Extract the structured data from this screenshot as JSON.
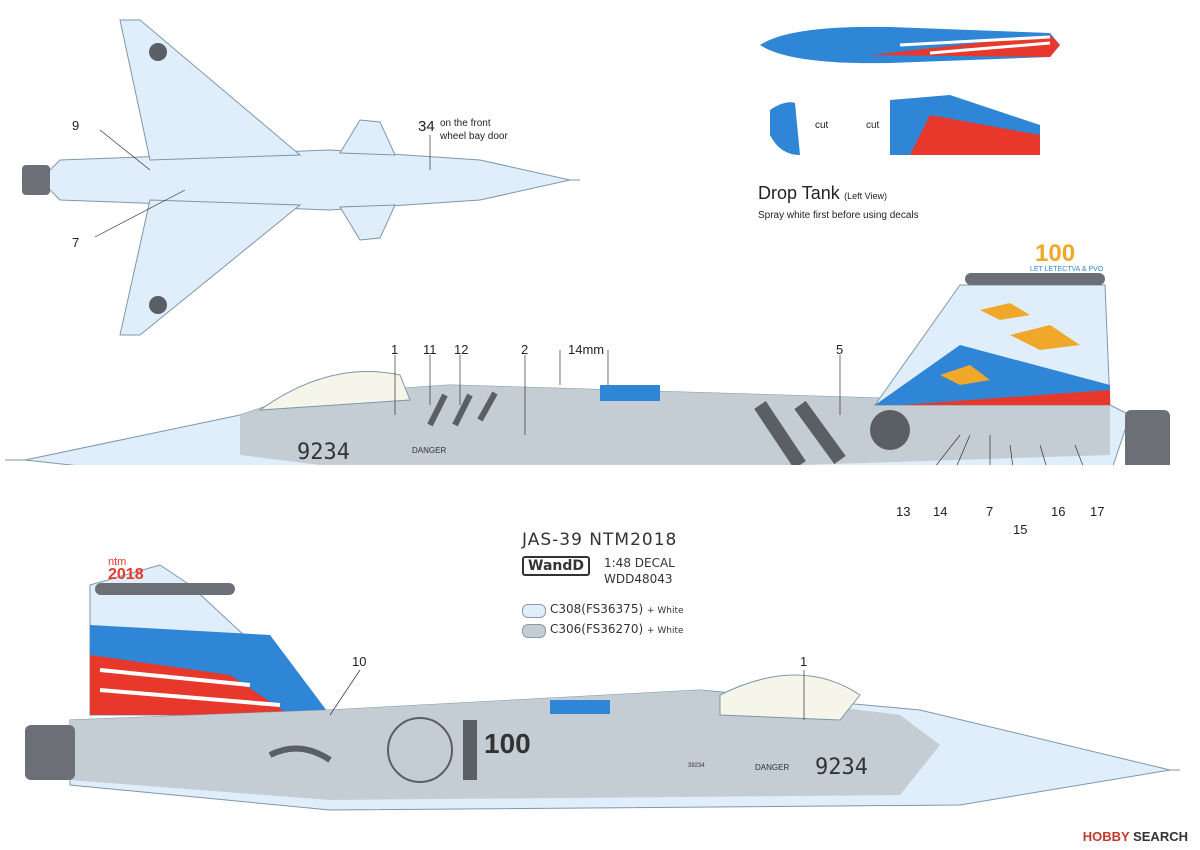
{
  "labels": {
    "top_nine": "9",
    "top_seven": "7",
    "top_34_number": "34",
    "top_34_note_line1": "on the front",
    "top_34_note_line2": "wheel bay door",
    "side_left_callouts": [
      "1",
      "11",
      "12",
      "2"
    ],
    "side_14mm": "14mm",
    "side_five": "5",
    "bottom_callouts": [
      "13",
      "14",
      "7",
      "15",
      "16",
      "17"
    ],
    "lower_ten": "10",
    "lower_one": "1",
    "serial": "9234",
    "danger": "DANGER",
    "small_serial": "39234"
  },
  "drop_tank": {
    "title": "Drop Tank",
    "subtitle": "(Left View)",
    "note": "Spray white first before using decals",
    "cut_label": "cut"
  },
  "kit": {
    "title": "JAS-39 NTM2018",
    "brand": "WandD",
    "scale": "1:48 DECAL",
    "code": "WDD48043"
  },
  "paint": [
    {
      "code": "C308(FS36375)",
      "suffix": "+ White",
      "color": "#dfeefa"
    },
    {
      "code": "C306(FS36270)",
      "suffix": "+ White",
      "color": "#c4ccd4"
    }
  ],
  "tail_top": {
    "number": "100",
    "line": "LET LETECTVA & PVO"
  },
  "tail_bottom": {
    "word": "ntm",
    "year": "2018"
  },
  "fuselage_text": "100",
  "footer": {
    "mark": "HOBBY",
    "rest": "SEARCH"
  },
  "colors": {
    "light_blue": "#dfeefa",
    "light_gray": "#c4ccd4",
    "dark_gray": "#5a5f66",
    "flag_blue": "#2f86d6",
    "flag_red": "#e8382b",
    "orange": "#f0a82a"
  }
}
